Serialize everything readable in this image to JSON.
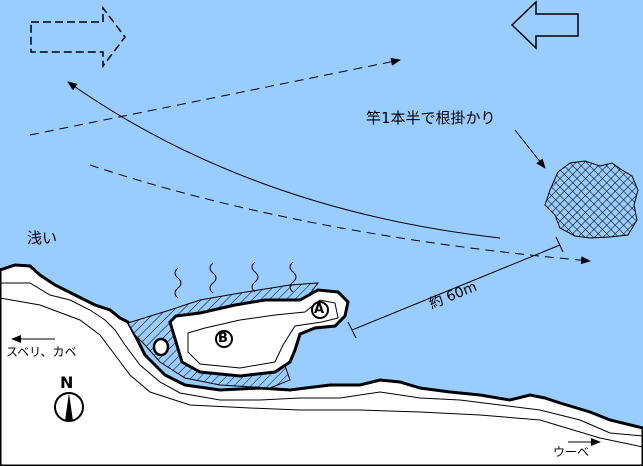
{
  "colors": {
    "water": "#99ccff",
    "land": "#ffffff",
    "line": "#000000",
    "shallow_hatch": "#000000"
  },
  "labels": {
    "snag_note": "竿1本半で根掛かり",
    "shallow": "浅い",
    "distance": "約 60m",
    "west_shore": "スベリ、カベ",
    "east_shore": "ウーベ",
    "point_a": "A",
    "point_b": "B",
    "north": "N"
  },
  "icons": {
    "current_in": "hollow-arrow-right-dashed",
    "current_out": "hollow-arrow-left",
    "compass": "north-compass-icon"
  }
}
